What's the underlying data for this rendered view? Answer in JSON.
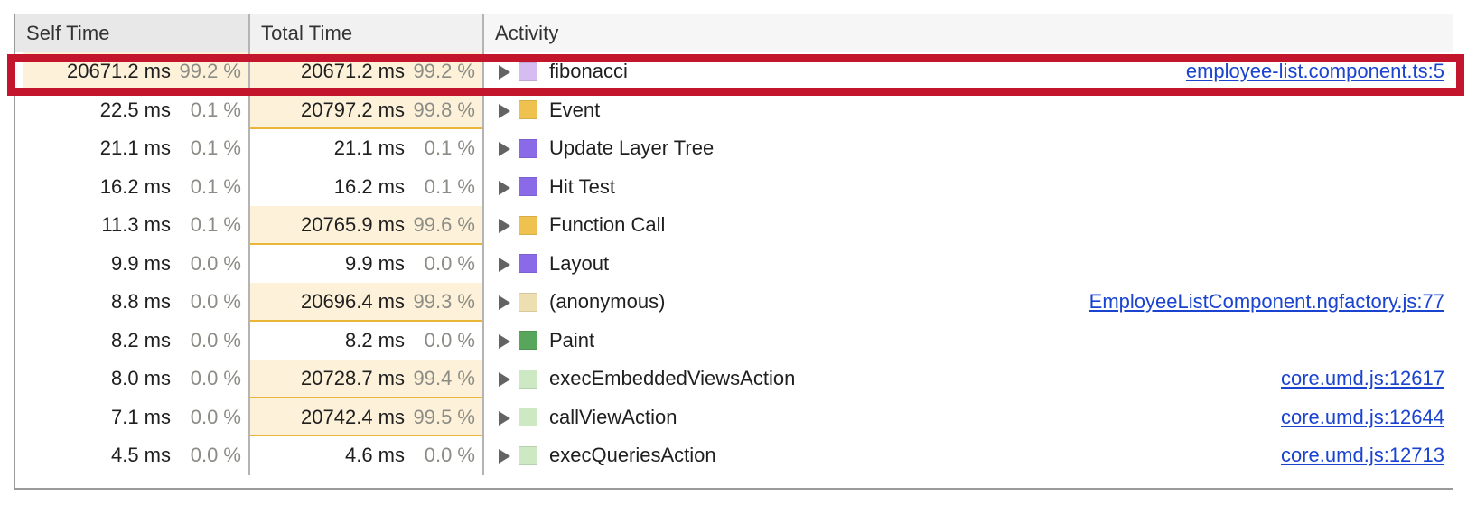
{
  "panel": {
    "name": "bottom-up-performance-tree",
    "columns": {
      "self_time": "Self Time",
      "total_time": "Total Time",
      "activity": "Activity"
    }
  },
  "colors": {
    "annotation": "#c3152b",
    "bar_fill": "#fdf2d9",
    "bar_underline": "#e9b63a",
    "link": "#1a43d0",
    "header_bg": "#e8e8e8"
  },
  "rows": [
    {
      "self_ms": "20671.2 ms",
      "self_pct": "99.2 %",
      "self_highlight": true,
      "total_ms": "20671.2 ms",
      "total_pct": "99.2 %",
      "total_highlight": true,
      "activity": "fibonacci",
      "swatch": "#d5bdf2",
      "swatch_name": "swatch-scripting-light-purple",
      "link": "employee-list.component.ts:5",
      "annotated": true
    },
    {
      "self_ms": "22.5 ms",
      "self_pct": "0.1 %",
      "self_highlight": false,
      "total_ms": "20797.2 ms",
      "total_pct": "99.8 %",
      "total_highlight": true,
      "activity": "Event",
      "swatch": "#efc14e",
      "swatch_name": "swatch-scripting-yellow",
      "link": "",
      "annotated": false
    },
    {
      "self_ms": "21.1 ms",
      "self_pct": "0.1 %",
      "self_highlight": false,
      "total_ms": "21.1 ms",
      "total_pct": "0.1 %",
      "total_highlight": false,
      "activity": "Update Layer Tree",
      "swatch": "#8b6ae8",
      "swatch_name": "swatch-rendering-purple",
      "link": "",
      "annotated": false
    },
    {
      "self_ms": "16.2 ms",
      "self_pct": "0.1 %",
      "self_highlight": false,
      "total_ms": "16.2 ms",
      "total_pct": "0.1 %",
      "total_highlight": false,
      "activity": "Hit Test",
      "swatch": "#8b6ae8",
      "swatch_name": "swatch-rendering-purple",
      "link": "",
      "annotated": false
    },
    {
      "self_ms": "11.3 ms",
      "self_pct": "0.1 %",
      "self_highlight": false,
      "total_ms": "20765.9 ms",
      "total_pct": "99.6 %",
      "total_highlight": true,
      "activity": "Function Call",
      "swatch": "#efc14e",
      "swatch_name": "swatch-scripting-yellow",
      "link": "",
      "annotated": false
    },
    {
      "self_ms": "9.9 ms",
      "self_pct": "0.0 %",
      "self_highlight": false,
      "total_ms": "9.9 ms",
      "total_pct": "0.0 %",
      "total_highlight": false,
      "activity": "Layout",
      "swatch": "#8b6ae8",
      "swatch_name": "swatch-rendering-purple",
      "link": "",
      "annotated": false
    },
    {
      "self_ms": "8.8 ms",
      "self_pct": "0.0 %",
      "self_highlight": false,
      "total_ms": "20696.4 ms",
      "total_pct": "99.3 %",
      "total_highlight": true,
      "activity": "(anonymous)",
      "swatch": "#eddfb2",
      "swatch_name": "swatch-scripting-pale-yellow",
      "link": "EmployeeListComponent.ngfactory.js:77",
      "annotated": false
    },
    {
      "self_ms": "8.2 ms",
      "self_pct": "0.0 %",
      "self_highlight": false,
      "total_ms": "8.2 ms",
      "total_pct": "0.0 %",
      "total_highlight": false,
      "activity": "Paint",
      "swatch": "#58a55c",
      "swatch_name": "swatch-painting-green",
      "link": "",
      "annotated": false
    },
    {
      "self_ms": "8.0 ms",
      "self_pct": "0.0 %",
      "self_highlight": false,
      "total_ms": "20728.7 ms",
      "total_pct": "99.4 %",
      "total_highlight": true,
      "activity": "execEmbeddedViewsAction",
      "swatch": "#cce9c4",
      "swatch_name": "swatch-light-green",
      "link": "core.umd.js:12617",
      "annotated": false
    },
    {
      "self_ms": "7.1 ms",
      "self_pct": "0.0 %",
      "self_highlight": false,
      "total_ms": "20742.4 ms",
      "total_pct": "99.5 %",
      "total_highlight": true,
      "activity": "callViewAction",
      "swatch": "#cce9c4",
      "swatch_name": "swatch-light-green",
      "link": "core.umd.js:12644",
      "annotated": false
    },
    {
      "self_ms": "4.5 ms",
      "self_pct": "0.0 %",
      "self_highlight": false,
      "total_ms": "4.6 ms",
      "total_pct": "0.0 %",
      "total_highlight": false,
      "activity": "execQueriesAction",
      "swatch": "#cce9c4",
      "swatch_name": "swatch-light-green",
      "link": "core.umd.js:12713",
      "annotated": false
    }
  ]
}
